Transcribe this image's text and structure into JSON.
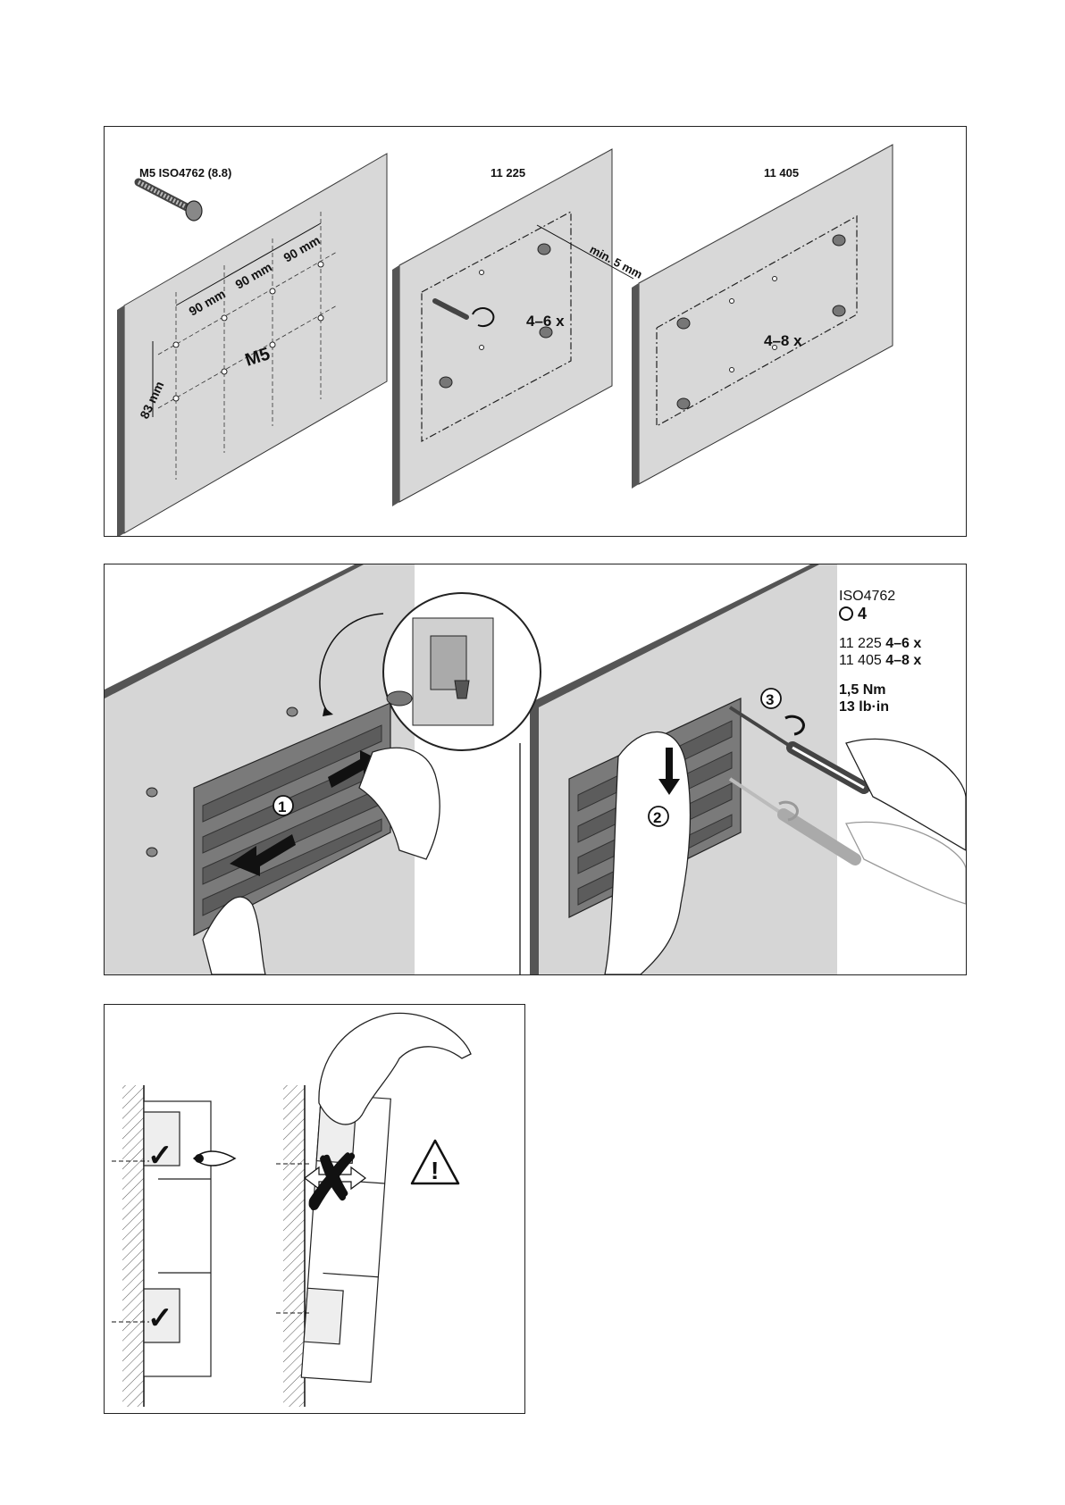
{
  "panel1": {
    "screw_label": "M5 ISO4762 (8.8)",
    "dim_a": "90 mm",
    "dim_b": "90 mm",
    "dim_c": "90 mm",
    "dim_v": "83 mm",
    "thread": "M5",
    "model_a": "11 225",
    "count_a": "4–6 x",
    "min_gap": "min. 5 mm",
    "model_b": "11 405",
    "count_b": "4–8 x"
  },
  "panel2": {
    "step1": "1",
    "step2": "2",
    "step3": "3",
    "spec_standard": "ISO4762",
    "spec_hex": "4",
    "spec_rows": [
      {
        "model": "11 225",
        "count": "4–6 x"
      },
      {
        "model": "11 405",
        "count": "4–8 x"
      }
    ],
    "torque_nm": "1,5 Nm",
    "torque_lbin": "13 lb·in"
  },
  "panel3": {
    "ok_mark": "✓",
    "wrong_mark": "✗",
    "warning_symbol": "!"
  }
}
